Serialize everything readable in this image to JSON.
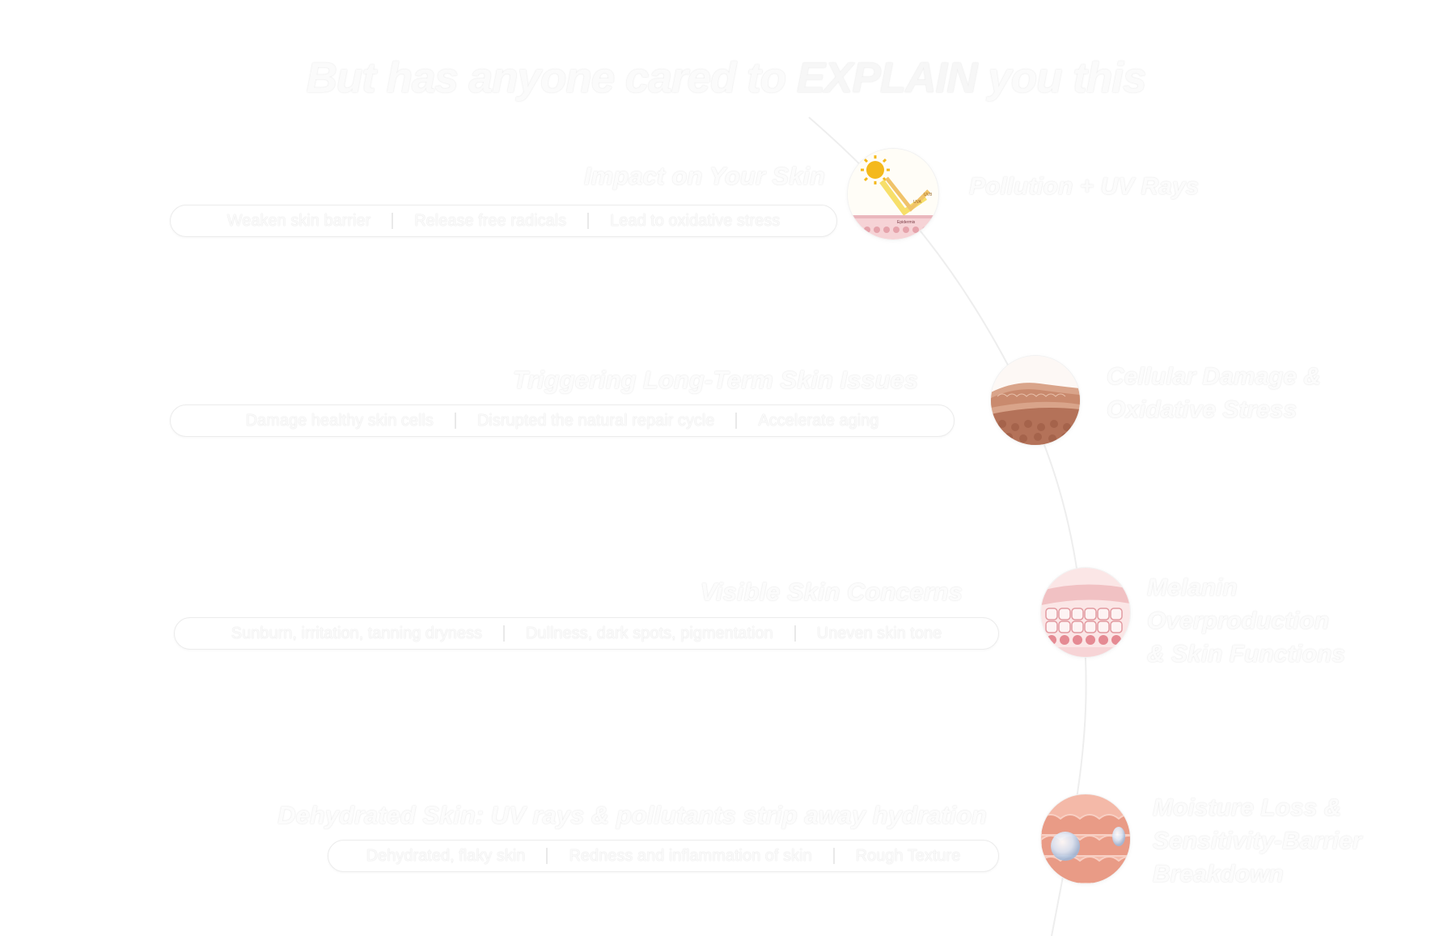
{
  "title": {
    "prefix": "But has anyone cared to ",
    "emphasis": "EXPLAIN",
    "suffix": " you this"
  },
  "stages": [
    {
      "label_lines": [
        "Pollution + UV Rays"
      ],
      "icon": "sun-rays-epidermis-icon",
      "image_text": [
        "UVA",
        "UVB",
        "Epidermis"
      ],
      "effect_title": "Impact on Your Skin",
      "effects": [
        "Weaken skin barrier",
        "Release free radicals",
        "Lead to oxidative stress"
      ]
    },
    {
      "label_lines": [
        "Cellular Damage &",
        "Oxidative Stress"
      ],
      "icon": "skin-layer-icon",
      "effect_title": "Triggering Long-Term Skin Issues",
      "effects": [
        "Damage healthy skin cells",
        "Disrupted the natural repair cycle",
        "Accelerate aging"
      ]
    },
    {
      "label_lines": [
        "Melanin",
        "Overproduction",
        "& Skin Functions"
      ],
      "icon": "skin-cells-icon",
      "effect_title": "Visible Skin Concerns",
      "effects": [
        "Sunburn, irritation, tanning dryness",
        "Dullness, dark spots, pigmentation",
        "Uneven skin tone"
      ]
    },
    {
      "label_lines": [
        "Moisture Loss &",
        "Sensitivity-Barrier",
        "Breakdown"
      ],
      "icon": "moisture-droplet-icon",
      "effect_title": "Dehydrated Skin: UV rays & pollutants strip away hydration",
      "effects": [
        "Dehydrated, flaky skin",
        "Redness and inflammation of skin",
        "Rough Texture"
      ]
    }
  ]
}
